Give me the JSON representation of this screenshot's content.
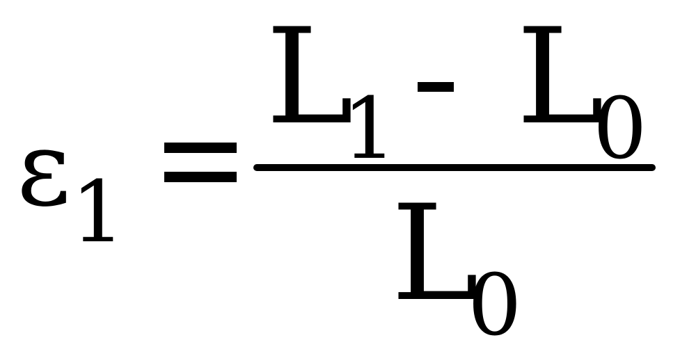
{
  "equation": {
    "lhs": {
      "symbol": "ε",
      "subscript": "1"
    },
    "operator": "=",
    "numerator": {
      "first_term": "L",
      "first_subscript": "1",
      "operator": "-",
      "second_term": "L",
      "second_subscript": "0"
    },
    "denominator": {
      "term": "L",
      "subscript": "0"
    }
  }
}
